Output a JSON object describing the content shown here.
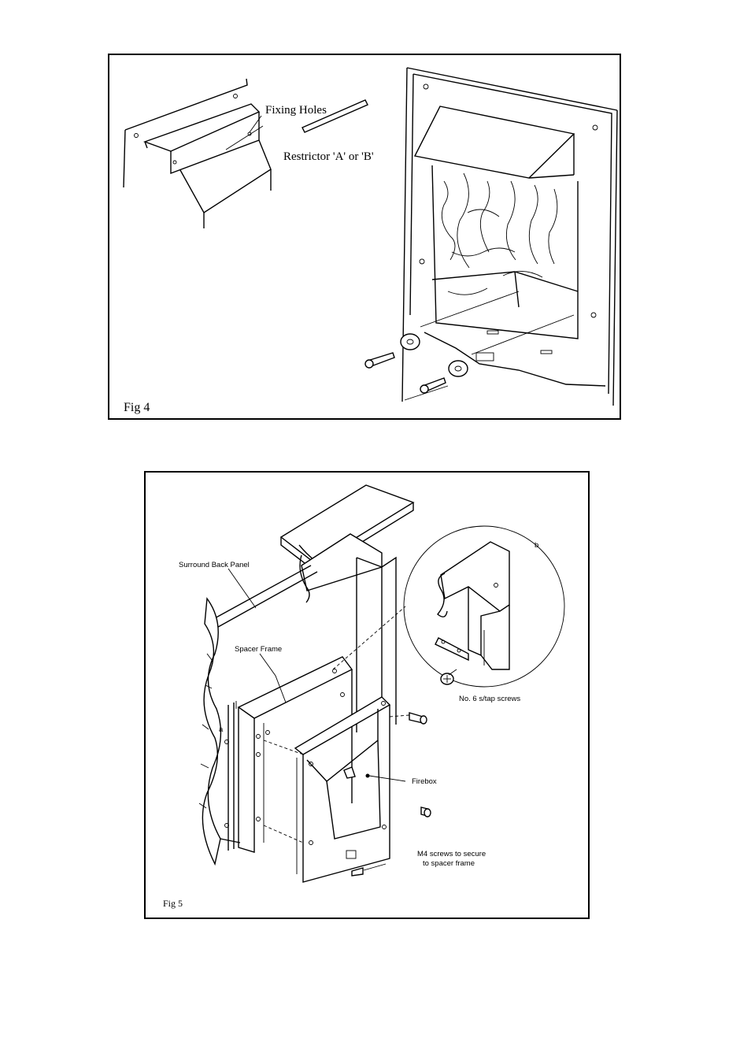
{
  "fig4": {
    "caption": "Fig 4",
    "labels": {
      "fixing_holes": "Fixing Holes",
      "restrictor": "Restrictor 'A' or 'B'"
    }
  },
  "fig5": {
    "caption": "Fig 5",
    "labels": {
      "surround_back_panel": "Surround Back Panel",
      "spacer_frame": "Spacer Frame",
      "detail_a": "a",
      "detail_b": "b",
      "screws_no6": "No. 6 s/tap screws",
      "firebox": "Firebox",
      "m4_line1": "M4 screws to secure",
      "m4_line2": "to spacer frame"
    }
  }
}
